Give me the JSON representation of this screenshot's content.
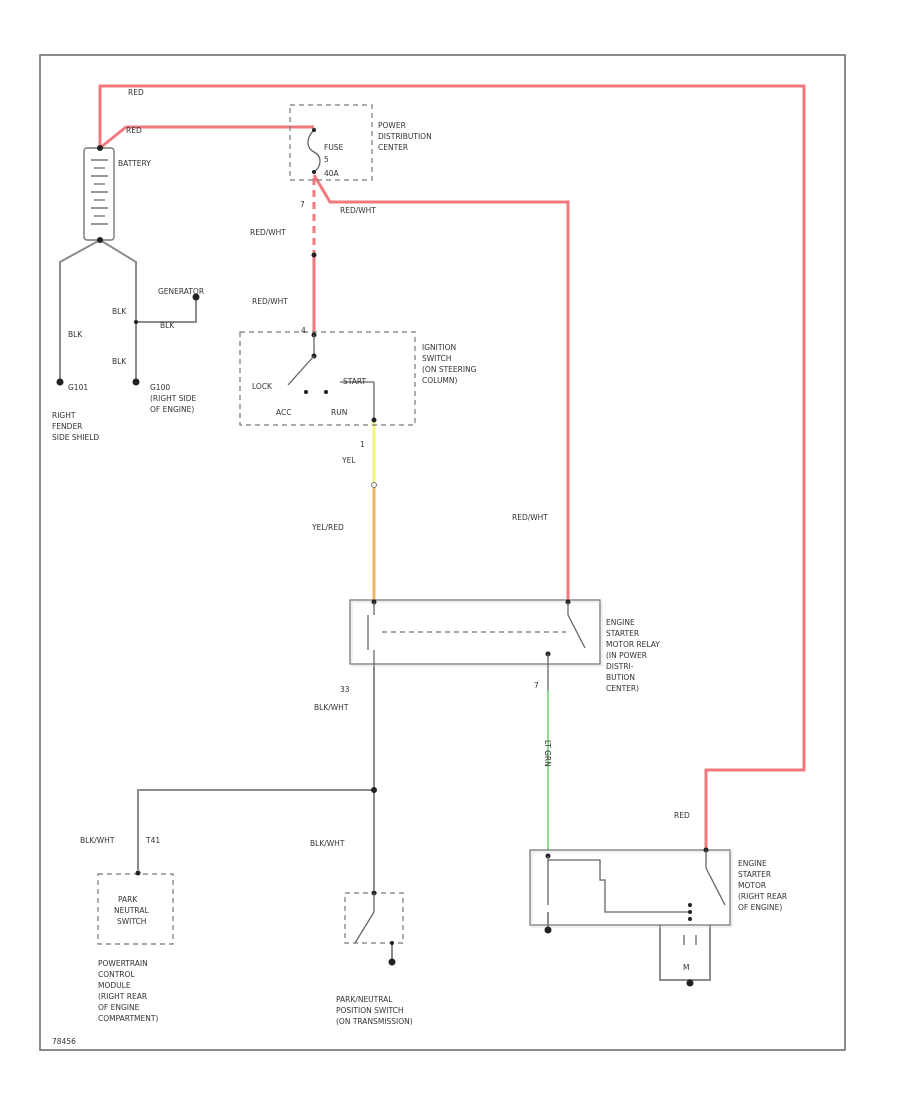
{
  "colors": {
    "red": "#f2787e",
    "yellow": "#f4f47a",
    "orange": "#f5b565",
    "green": "#8fdc8f",
    "gray": "#8c8c8c",
    "frame": "#666666"
  },
  "wires": {
    "red_top": "RED",
    "red_battery": "RED",
    "red_wht_left": "RED/WHT",
    "red_wht_right": "RED/WHT",
    "red_wht_lower": "RED/WHT",
    "red_wht_relay": "RED/WHT",
    "yel": "YEL",
    "yel_red": "YEL/RED",
    "blk_wht_relay": "BLK/WHT",
    "blk_wht_pnp": "BLK/WHT",
    "blk_wht_tr": "BLK/WHT",
    "tr_code": "T41",
    "lt_grn": "LT GRN",
    "red_starter": "RED",
    "blk_left": "BLK",
    "blk_right": "BLK",
    "blk_gen": "BLK",
    "blk_mid": "BLK"
  },
  "connectors": {
    "c7_pdc": "7",
    "c4_ign": "4",
    "c1_ign": "1",
    "c33_relay": "33",
    "c7_relay": "7"
  },
  "components": {
    "battery": "BATTERY",
    "generator": "GENERATOR",
    "ground_g101": "G101",
    "ground_g101_loc": [
      "RIGHT",
      "FENDER",
      "SIDE SHIELD"
    ],
    "ground_g100": "G100",
    "ground_g100_loc": [
      "(RIGHT SIDE",
      "OF ENGINE)"
    ],
    "pdc": [
      "POWER",
      "DISTRIBUTION",
      "CENTER"
    ],
    "fuse": [
      "FUSE",
      "5",
      "40A"
    ],
    "ign_switch": [
      "IGNITION",
      "SWITCH",
      "(ON STEERING",
      "COLUMN)"
    ],
    "ign_lock": "LOCK",
    "ign_acc": "ACC",
    "ign_run": "RUN",
    "ign_start": "START",
    "relay": [
      "ENGINE",
      "STARTER",
      "MOTOR RELAY",
      "(IN POWER",
      "DISTRI-",
      "BUTION",
      "CENTER)"
    ],
    "motor": [
      "ENGINE",
      "STARTER",
      "MOTOR",
      "(RIGHT REAR",
      "OF ENGINE)"
    ],
    "tr_switch": [
      "PARK",
      "NEUTRAL",
      "SWITCH"
    ],
    "pcm": [
      "POWERTRAIN",
      "CONTROL",
      "MODULE",
      "(RIGHT REAR",
      "OF ENGINE",
      "COMPARTMENT)"
    ],
    "pnp": [
      "PARK/NEUTRAL",
      "POSITION SWITCH",
      "(ON TRANSMISSION)"
    ],
    "motor_m": "M"
  },
  "footer": {
    "figure_code": "78456"
  }
}
